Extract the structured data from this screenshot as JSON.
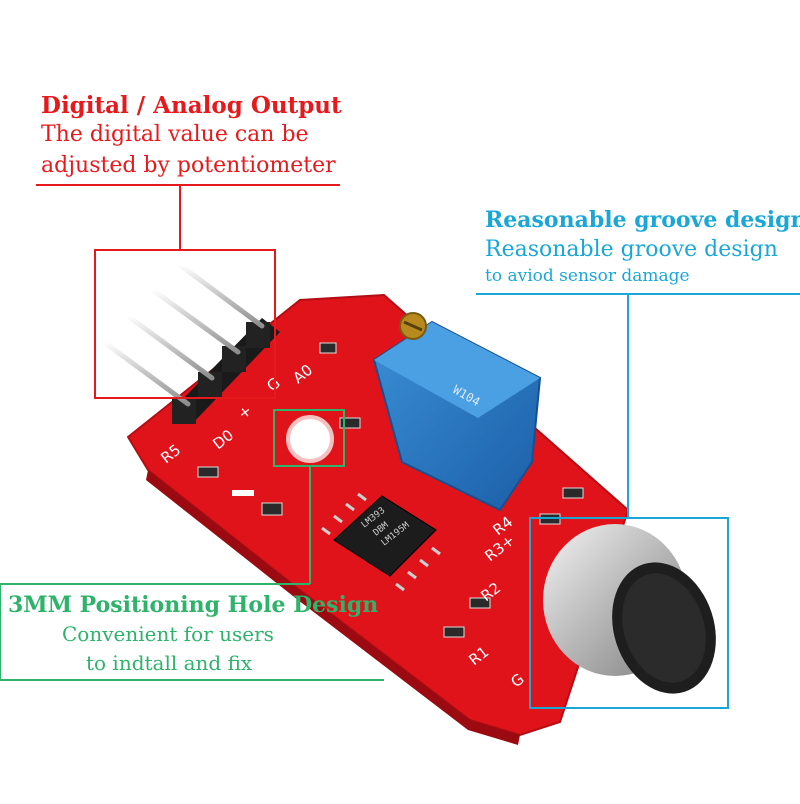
{
  "callouts": {
    "output": {
      "title": "Digital / Analog Output",
      "line1": "The digital value can be",
      "line2": "adjusted by potentiometer",
      "color": "#e8191c"
    },
    "groove": {
      "title": "Reasonable groove design",
      "line1": "Reasonable groove design",
      "line2": "to aviod sensor damage",
      "color": "#1aa7d8"
    },
    "hole": {
      "title": "3MM Positioning Hole Design",
      "line1": "Convenient for users",
      "line2": "to indtall and fix",
      "color": "#2db36a"
    }
  },
  "board": {
    "color": "#e0131b",
    "labels": {
      "r5": "R5",
      "d0": "D0",
      "a0": "A0",
      "plus": "+",
      "g": "G",
      "r4": "R4",
      "r3": "R3+",
      "r2": "R2",
      "r1": "R1",
      "g2": "G"
    },
    "chip_text": {
      "line1": "LM393",
      "line2": "DBM",
      "line3": "LM195M"
    },
    "pot_text": "W104"
  }
}
